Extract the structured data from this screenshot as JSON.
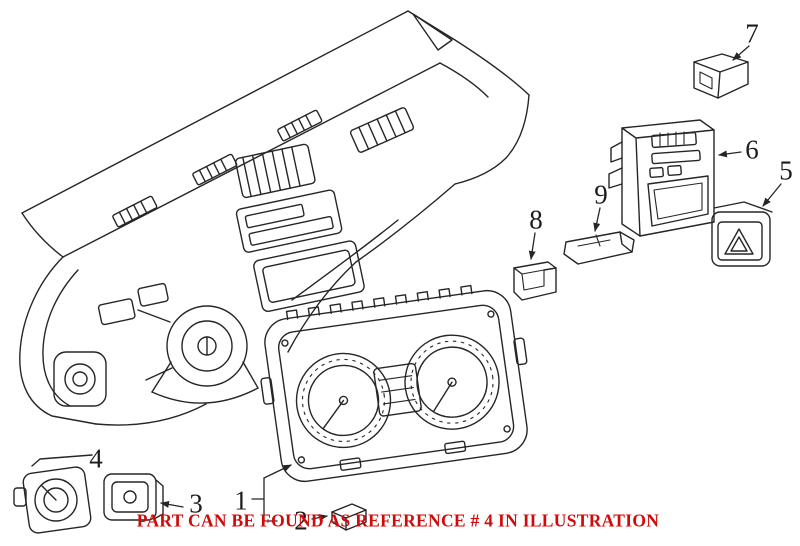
{
  "diagram": {
    "callouts": [
      "1",
      "2",
      "3",
      "4",
      "5",
      "6",
      "7",
      "8",
      "9"
    ]
  },
  "caption": {
    "text": "PART CAN BE FOUND AS REFERENCE # 4 IN ILLUSTRATION"
  },
  "colors": {
    "line": "#262626",
    "caption": "#cf0a0a",
    "background": "#ffffff"
  }
}
